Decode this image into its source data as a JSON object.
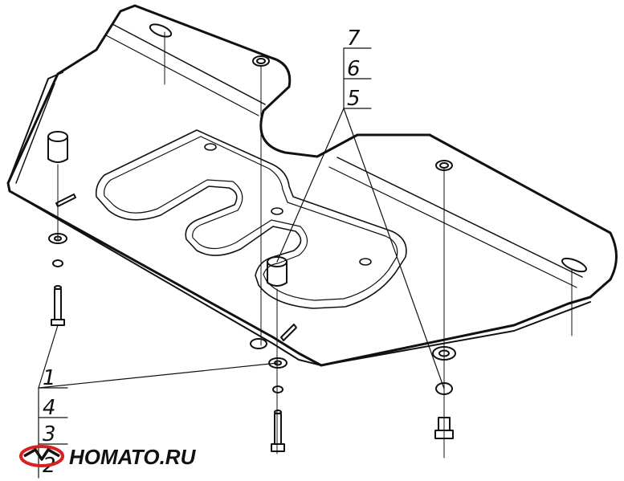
{
  "diagram": {
    "callouts_right": [
      "7",
      "6",
      "5"
    ],
    "callouts_left": [
      "1",
      "4",
      "3",
      "2"
    ]
  },
  "watermark": {
    "text": "НОМАТО.RU",
    "color_red": "#d9201f",
    "color_black": "#111111"
  }
}
